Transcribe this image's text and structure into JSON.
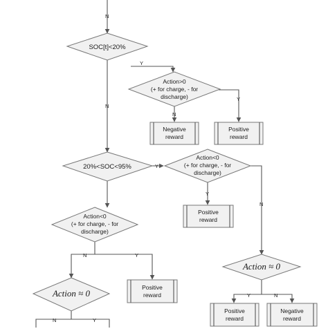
{
  "flowchart": {
    "decisions": {
      "soc_low": "SOC[t]<20%",
      "action_gt0": [
        "Action>0",
        "(+ for charge, - for",
        "discharge)"
      ],
      "soc_mid": "20%<SOC<95%",
      "action_lt0_right": [
        "Action<0",
        "(+ for charge, - for",
        "discharge)"
      ],
      "action_lt0_left": [
        "Action<0",
        "(+ for charge, - for",
        "discharge)"
      ],
      "action_approx_zero_left": "Action ≈ 0",
      "action_approx_zero_right": "Action ≈ 0"
    },
    "outcomes": {
      "negative_reward_1": [
        "Negative",
        "reward"
      ],
      "positive_reward_1": [
        "Positive",
        "reward"
      ],
      "positive_reward_2": [
        "Positive",
        "reward"
      ],
      "positive_reward_3": [
        "Positive",
        "reward"
      ],
      "positive_reward_4": [
        "Positive",
        "reward"
      ],
      "negative_reward_2": [
        "Negative",
        "reward"
      ]
    },
    "edge_labels": {
      "top_n": "N",
      "soc_low_y": "Y",
      "soc_low_n": "N",
      "gt0_n": "N",
      "gt0_y": "Y",
      "mid_y": "Y",
      "right_lt0_y": "Y",
      "right_lt0_n": "N",
      "left_lt0_n": "N",
      "left_lt0_y": "Y",
      "bottom_n": "N",
      "bottom_y": "Y",
      "right_zero_y": "Y",
      "right_zero_n": "N"
    }
  },
  "colors": {
    "shape_fill": "#f1f1f1",
    "shape_stroke": "#777777",
    "line": "#555555"
  }
}
